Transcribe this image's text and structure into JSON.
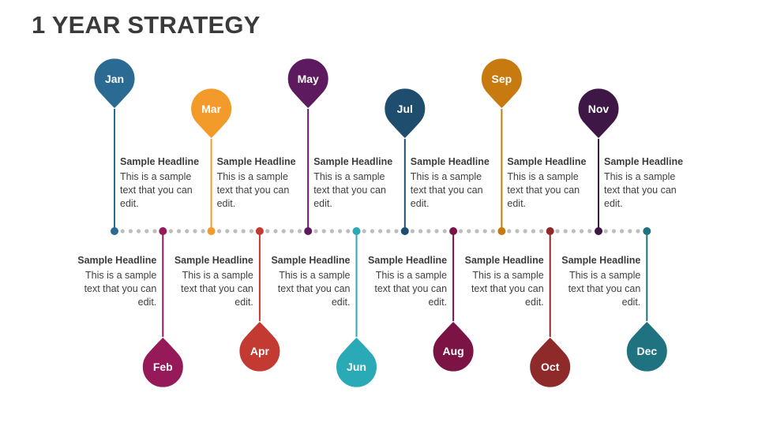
{
  "title": "1 YEAR STRATEGY",
  "months": [
    {
      "label": "Jan",
      "color": "#2a6a93",
      "headline": "Sample Headline",
      "body": "This is a sample text that you can edit.",
      "position": "top",
      "offset": "far"
    },
    {
      "label": "Feb",
      "color": "#961a59",
      "headline": "Sample Headline",
      "body": "This is a sample text that you can edit.",
      "position": "bottom",
      "offset": "far"
    },
    {
      "label": "Mar",
      "color": "#f29a2a",
      "headline": "Sample Headline",
      "body": "This is a sample text that you can edit.",
      "position": "top",
      "offset": "near"
    },
    {
      "label": "Apr",
      "color": "#c33a33",
      "headline": "Sample Headline",
      "body": "This is a sample text that you can edit.",
      "position": "bottom",
      "offset": "near"
    },
    {
      "label": "May",
      "color": "#5e1a5e",
      "headline": "Sample Headline",
      "body": "This is a sample text that you can edit.",
      "position": "top",
      "offset": "far"
    },
    {
      "label": "Jun",
      "color": "#2aa9b6",
      "headline": "Sample Headline",
      "body": "This is a sample text that you can edit.",
      "position": "bottom",
      "offset": "far"
    },
    {
      "label": "Jul",
      "color": "#1f4d6e",
      "headline": "Sample Headline",
      "body": "This is a sample text that you can edit.",
      "position": "top",
      "offset": "near"
    },
    {
      "label": "Aug",
      "color": "#7b1445",
      "headline": "Sample Headline",
      "body": "This is a sample text that you can edit.",
      "position": "bottom",
      "offset": "near"
    },
    {
      "label": "Sep",
      "color": "#c77a0f",
      "headline": "Sample Headline",
      "body": "This is a sample text that you can edit.",
      "position": "top",
      "offset": "far"
    },
    {
      "label": "Oct",
      "color": "#8e2a2a",
      "headline": "Sample Headline",
      "body": "This is a sample text that you can edit.",
      "position": "bottom",
      "offset": "far"
    },
    {
      "label": "Nov",
      "color": "#3f1746",
      "headline": "Sample Headline",
      "body": "This is a sample text that you can edit.",
      "position": "top",
      "offset": "near"
    },
    {
      "label": "Dec",
      "color": "#1f7380",
      "headline": "Sample Headline",
      "body": "This is a sample text that you can edit.",
      "position": "bottom",
      "offset": "near"
    }
  ],
  "colors": {
    "dots": "#bdbdbd",
    "text": "#404040"
  }
}
